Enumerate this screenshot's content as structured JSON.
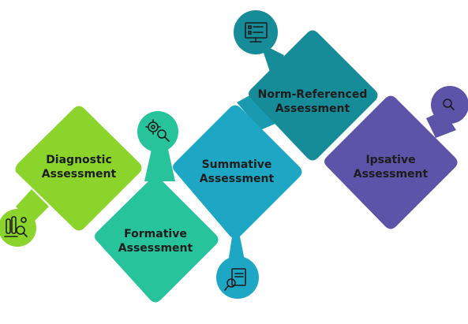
{
  "diagram": {
    "steps": [
      {
        "id": "diagnostic",
        "line1": "Diagnostic",
        "line2": "Assessment",
        "color": "#8ad42c",
        "icon": "test-tubes-magnifier-icon"
      },
      {
        "id": "formative",
        "line1": "Formative",
        "line2": "Assessment",
        "color": "#27c39a",
        "icon": "gear-magnifier-icon"
      },
      {
        "id": "summative",
        "line1": "Summative",
        "line2": "Assessment",
        "color": "#1ea7c5",
        "icon": "document-magnifier-icon"
      },
      {
        "id": "norm",
        "line1": "Norm-Referenced",
        "line2": "Assessment",
        "color": "#178c99",
        "icon": "monitor-checklist-icon"
      },
      {
        "id": "ipsative",
        "line1": "Ipsative",
        "line2": "Assessment",
        "color": "#5b54a9",
        "icon": "magnifier-icon"
      }
    ]
  }
}
